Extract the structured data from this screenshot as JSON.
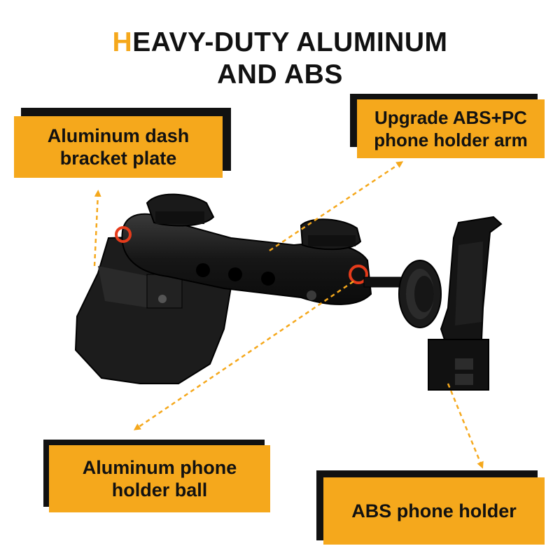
{
  "title": {
    "first_letter": "H",
    "line1_rest": "EAVY-DUTY ALUMINUM",
    "line2": "AND ABS"
  },
  "labels": {
    "bracket_plate": "Aluminum dash bracket plate",
    "holder_arm": "Upgrade ABS+PC phone holder arm",
    "holder_ball": "Aluminum phone holder ball",
    "phone_holder": "ABS phone holder"
  },
  "colors": {
    "accent": "#f5a81c",
    "text": "#111111",
    "product": "#1a1a1a"
  }
}
